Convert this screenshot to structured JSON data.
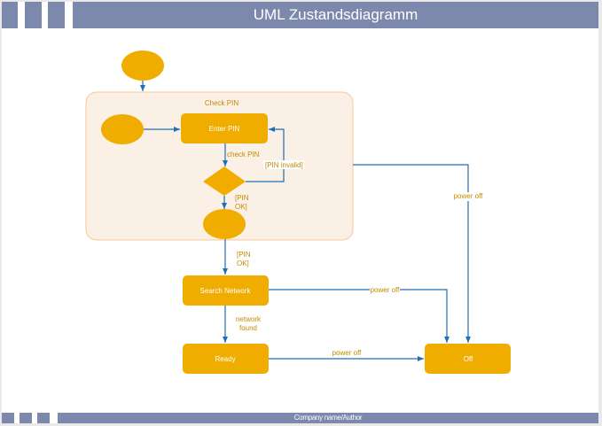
{
  "header": {
    "title": "UML Zustandsdiagramm"
  },
  "footer": {
    "text": "Company name/Author"
  },
  "colors": {
    "accent": "#7c88ac",
    "state_fill": "#f0ad00",
    "composite_fill": "#fbf0e6",
    "composite_border": "#f5c99a",
    "edge": "#1f6fb5",
    "label": "#c48a00"
  },
  "diagram": {
    "composite": {
      "label": "Check PIN"
    },
    "states": {
      "enter_pin": "Enter PIN",
      "search_network": "Search Network",
      "ready": "Ready",
      "off": "Off"
    },
    "edges": {
      "check_pin": "check PIN",
      "pin_invalid": "[PIN invalid]",
      "pin_ok_inner_1": "[PIN",
      "pin_ok_inner_2": "OK]",
      "pin_ok_outer_1": "[PIN",
      "pin_ok_outer_2": "OK]",
      "network_found_1": "network",
      "network_found_2": "found",
      "power_off_composite": "power off",
      "power_off_search": "power off",
      "power_off_ready": "power off"
    }
  }
}
